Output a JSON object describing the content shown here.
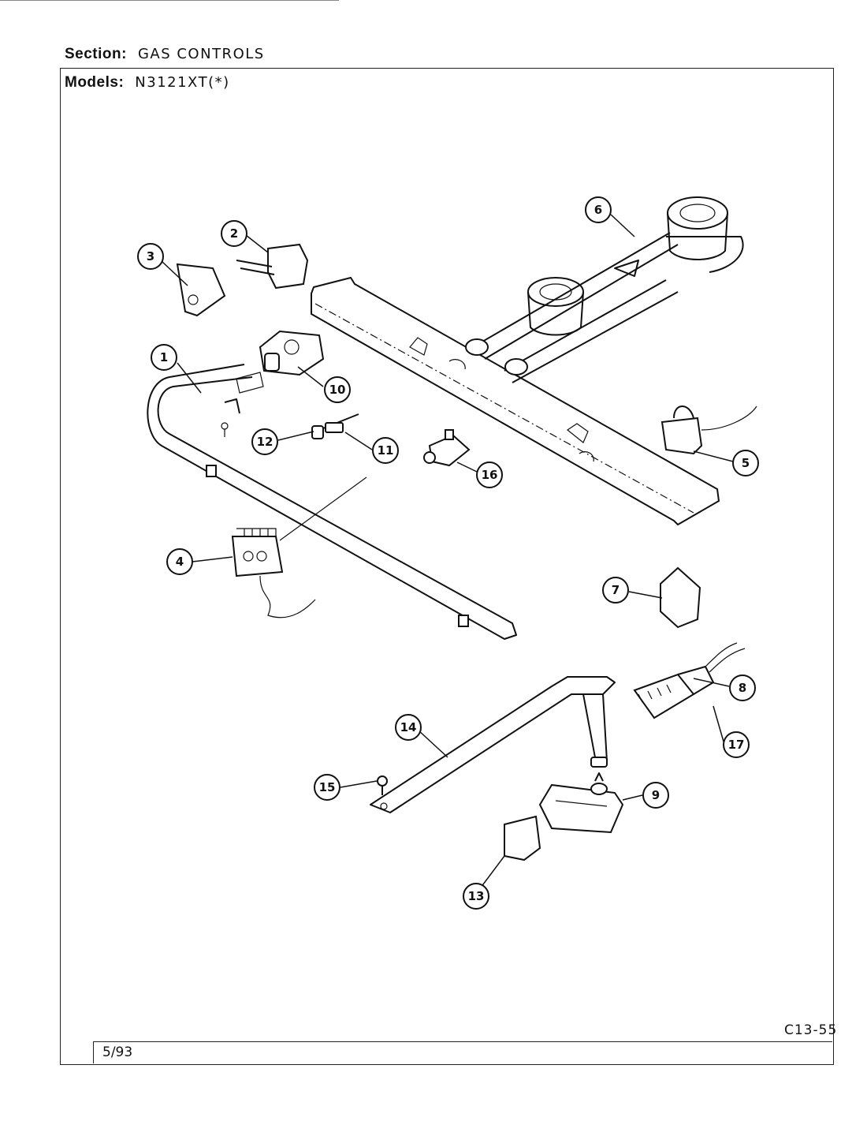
{
  "header": {
    "section_label": "Section:",
    "section_value": "GAS CONTROLS",
    "models_label": "Models:",
    "models_value": "N3121XT(*)"
  },
  "footer": {
    "date": "5/93",
    "code": "C13-55"
  },
  "callouts": [
    "1",
    "2",
    "3",
    "4",
    "5",
    "6",
    "7",
    "8",
    "9",
    "10",
    "11",
    "12",
    "13",
    "14",
    "15",
    "16",
    "17"
  ]
}
